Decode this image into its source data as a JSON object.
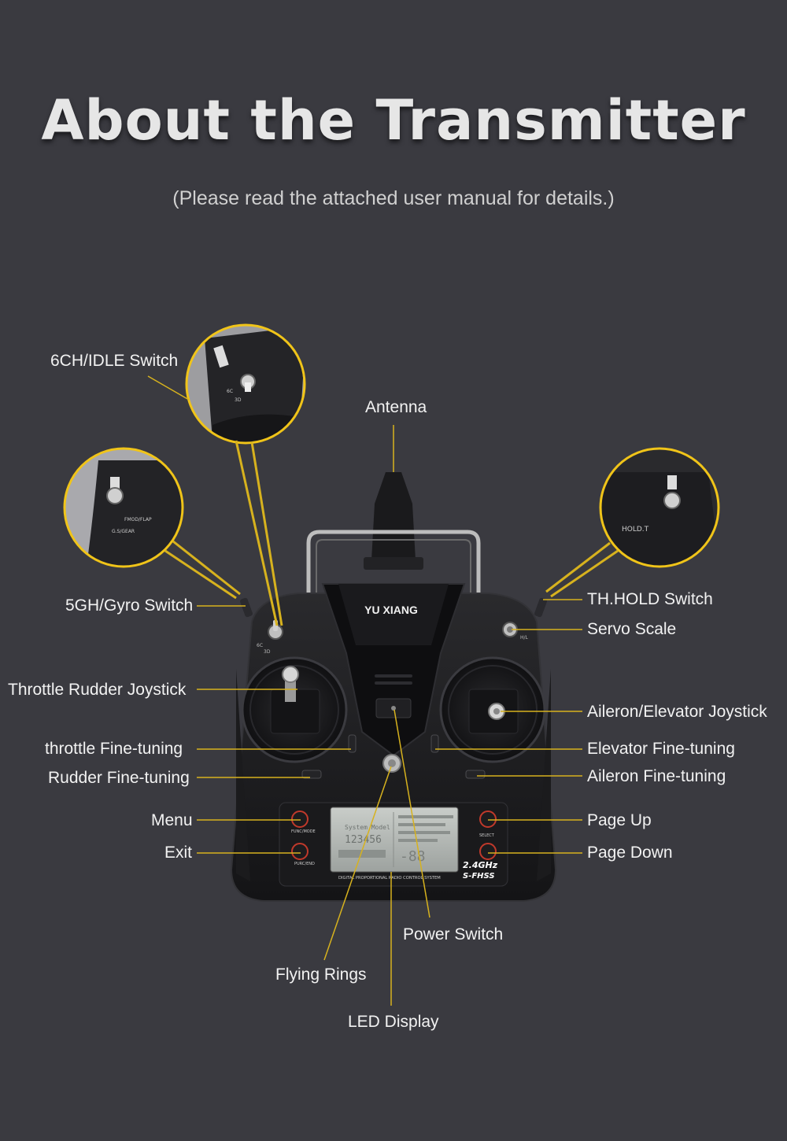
{
  "title": "About the Transmitter",
  "subtitle": "(Please read the attached user manual for details.)",
  "colors": {
    "background": "#3a3a40",
    "callout_line": "#d7b21e",
    "callout_ring": "#f0c419",
    "body": "#1c1c1e"
  },
  "transmitter": {
    "brand": "YU XIANG",
    "band_badge": "2.4GHz",
    "protocol_badge": "S-FHSS",
    "footer_text": "DIGITAL PROPORTIONAL RADIO CONTROL SYSTEM",
    "lcd_line1": "System Model",
    "lcd_line2": "123456",
    "button_menu": "FUNC/MODE",
    "button_exit": "PURC/END",
    "button_select": "SELECT",
    "switch_6c": "6C",
    "switch_3d": "3D",
    "switch_hl": "H/L"
  },
  "zooms": {
    "idle": {
      "up": "6C",
      "down": "3D"
    },
    "gyro": {
      "line1": "FMOD/FLAP",
      "line2": "G.S/GEAR"
    },
    "hold": {
      "text": "HOLD.T"
    }
  },
  "labels": {
    "idle_switch": "6CH/IDLE Switch",
    "antenna": "Antenna",
    "gyro_switch": "5GH/Gyro Switch",
    "th_hold": "TH.HOLD Switch",
    "servo_scale": "Servo Scale",
    "throttle_rudder_stick": "Throttle Rudder Joystick",
    "aileron_elevator_stick": "Aileron/Elevator Joystick",
    "throttle_trim": "throttle Fine-tuning",
    "elevator_trim": "Elevator Fine-tuning",
    "rudder_trim": "Rudder Fine-tuning",
    "aileron_trim": "Aileron Fine-tuning",
    "menu": "Menu",
    "page_up": "Page Up",
    "exit": "Exit",
    "page_down": "Page Down",
    "power_switch": "Power Switch",
    "flying_rings": "Flying Rings",
    "led_display": "LED Display"
  }
}
